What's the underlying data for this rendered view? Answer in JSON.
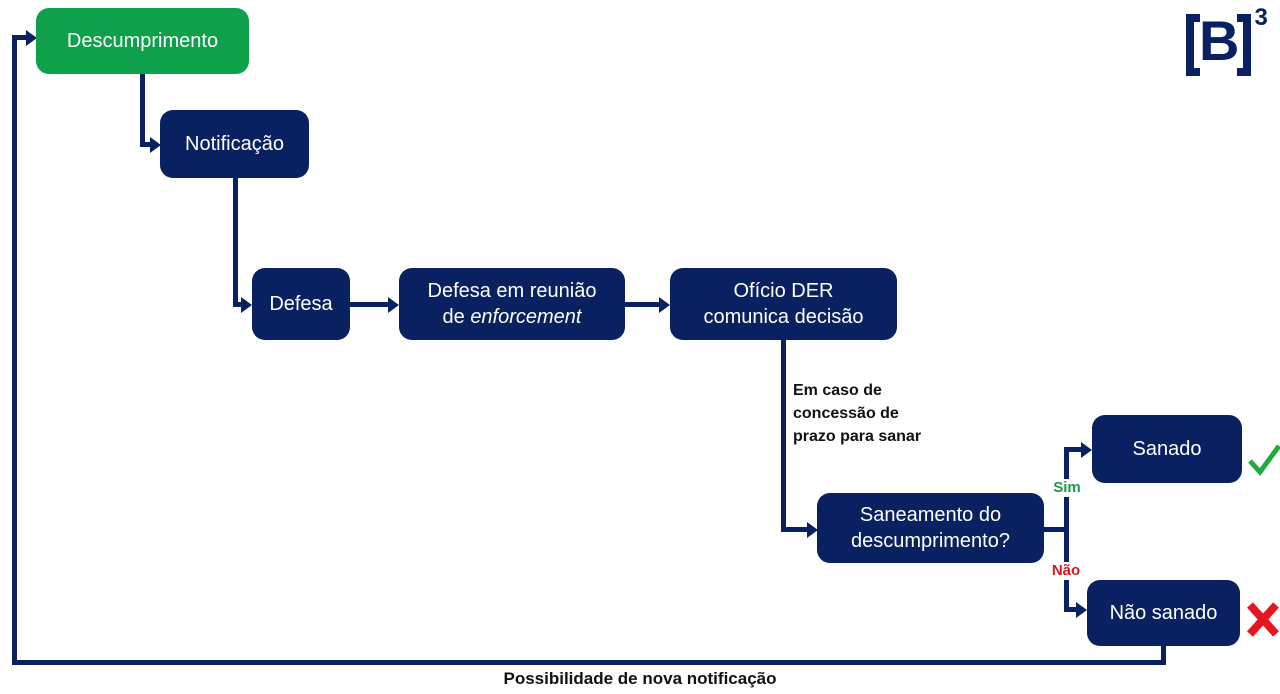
{
  "diagram": {
    "nodes": {
      "descumprimento": {
        "label": "Descumprimento"
      },
      "notificacao": {
        "label": "Notificação"
      },
      "defesa": {
        "label": "Defesa"
      },
      "defesa_reuniao": {
        "line1": "Defesa em reunião",
        "line2_prefix": "de ",
        "line2_italic": "enforcement"
      },
      "oficio_der": {
        "line1": "Ofício DER",
        "line2": "comunica decisão"
      },
      "saneamento": {
        "line1": "Saneamento do",
        "line2": "descumprimento?"
      },
      "sanado": {
        "label": "Sanado"
      },
      "nao_sanado": {
        "label": "Não sanado"
      }
    },
    "branch_labels": {
      "yes": "Sim",
      "no": "Não"
    },
    "annotations": {
      "prazo": "Em caso de\nconcessão de\nprazo para sanar",
      "bottom_caption": "Possibilidade de nova notificação"
    },
    "icons": {
      "sanado": "check-icon",
      "nao_sanado": "x-icon"
    },
    "colors": {
      "navy": "#0A2161",
      "green_box": "#0FA04C",
      "check_green": "#22A93F",
      "cross_red": "#E5161F",
      "sim_label_green": "#169B46",
      "nao_label_red": "#D7171E"
    },
    "logo": {
      "letter": "B",
      "superscript": "3"
    }
  }
}
